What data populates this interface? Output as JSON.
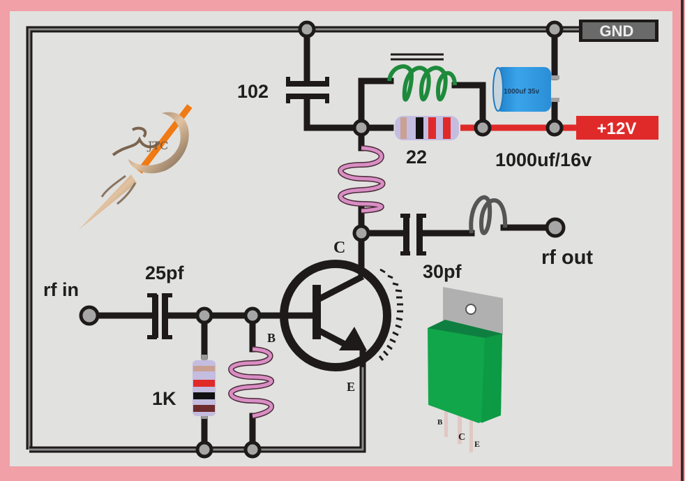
{
  "diagram": {
    "title": "RF amplifier transistor circuit",
    "colors": {
      "frame": "#f0a0a6",
      "canvas": "#e1e1df",
      "wire": "#1e1a1a",
      "node_fill": "#a6a6a6",
      "supply_wire": "#e02a2a",
      "gnd_badge": "#6a6a6a",
      "supply_badge": "#e02a2a",
      "choke_coil": "#1e8a3c",
      "pink_coil": "#d98ec4",
      "out_coil": "#555555",
      "electrolytic": "#2f9ae0",
      "to220_body": "#11a64a",
      "to220_tab": "#b0b0b0",
      "logo_orange": "#f07a14",
      "logo_bronze": "#a88a6a"
    },
    "terminals": {
      "gnd": "GND",
      "vcc": "+12V",
      "rf_in": "rf in",
      "rf_out": "rf out"
    },
    "components": {
      "c_decouple": {
        "label": "102"
      },
      "r_supply": {
        "label": "22",
        "bands": [
          "#c9a092",
          "#111111",
          "#e02a2a",
          "#e02a2a"
        ]
      },
      "c_supply_label": {
        "label": "1000uf/16v"
      },
      "c_electrolytic": {
        "print": "1000uf 35v"
      },
      "c_input": {
        "label": "25pf"
      },
      "c_output": {
        "label": "30pf"
      },
      "r_bias": {
        "label": "1K",
        "bands": [
          "#c9a092",
          "#e02a2a",
          "#111111",
          "#6e2c2c"
        ]
      },
      "transistor": {
        "pins": {
          "c": "C",
          "b": "B",
          "e": "E"
        }
      },
      "to220": {
        "pins": {
          "b": "B",
          "c": "C",
          "e": "E"
        }
      }
    }
  }
}
